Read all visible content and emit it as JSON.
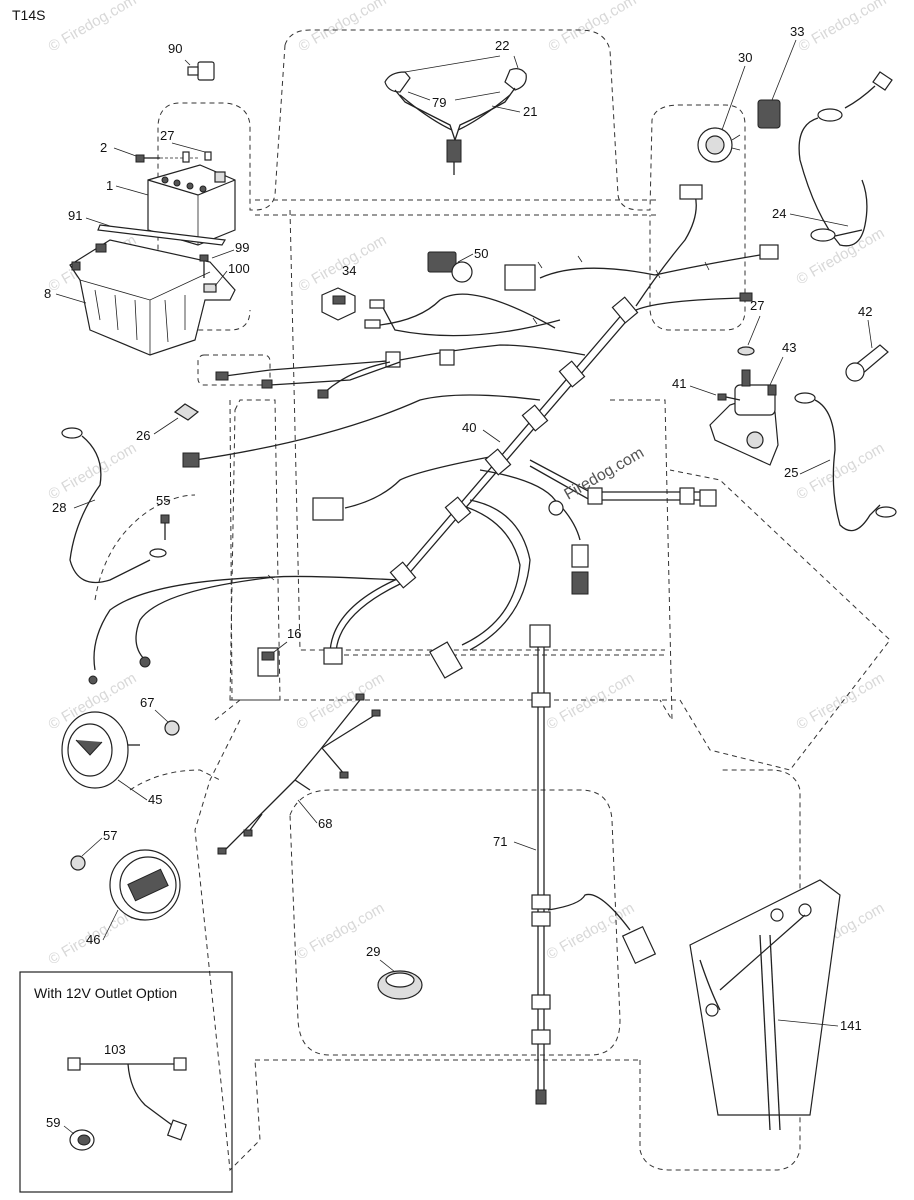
{
  "diagram_code": "T14S",
  "watermark": "© Firedog.com",
  "center_watermark": "Firedog.com",
  "option_box_title": "With 12V Outlet Option",
  "callouts": {
    "c1": "1",
    "c2": "2",
    "c8": "8",
    "c16": "16",
    "c21": "21",
    "c22": "22",
    "c24": "24",
    "c25": "25",
    "c26": "26",
    "c27a": "27",
    "c27b": "27",
    "c28": "28",
    "c29": "29",
    "c30": "30",
    "c33": "33",
    "c34": "34",
    "c40": "40",
    "c41": "41",
    "c42": "42",
    "c43": "43",
    "c45": "45",
    "c46": "46",
    "c50": "50",
    "c55": "55",
    "c57": "57",
    "c59": "59",
    "c67": "67",
    "c68": "68",
    "c71": "71",
    "c79": "79",
    "c90": "90",
    "c91": "91",
    "c99": "99",
    "c100": "100",
    "c103": "103",
    "c141": "141"
  }
}
